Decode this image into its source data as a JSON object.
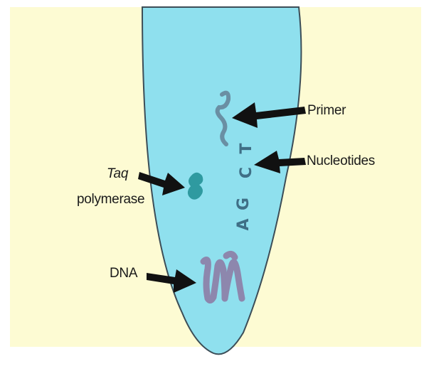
{
  "diagram": {
    "labels": {
      "primer": "Primer",
      "nucleotides": "Nucleotides",
      "taq_italic": "Taq",
      "polymerase": "polymerase",
      "dna": "DNA"
    },
    "nucleotide_bases": [
      "A",
      "G",
      "C",
      "T"
    ],
    "colors": {
      "background": "#fdfbd3",
      "tube_fill": "#8fe0ee",
      "tube_outline": "#3c4d57",
      "cap": "#d4b079",
      "primer": "#6a8fa3",
      "taq": "#2f9aa0",
      "dna": "#8d87ad",
      "bases": "#3f6f86",
      "arrow": "#111111"
    }
  }
}
